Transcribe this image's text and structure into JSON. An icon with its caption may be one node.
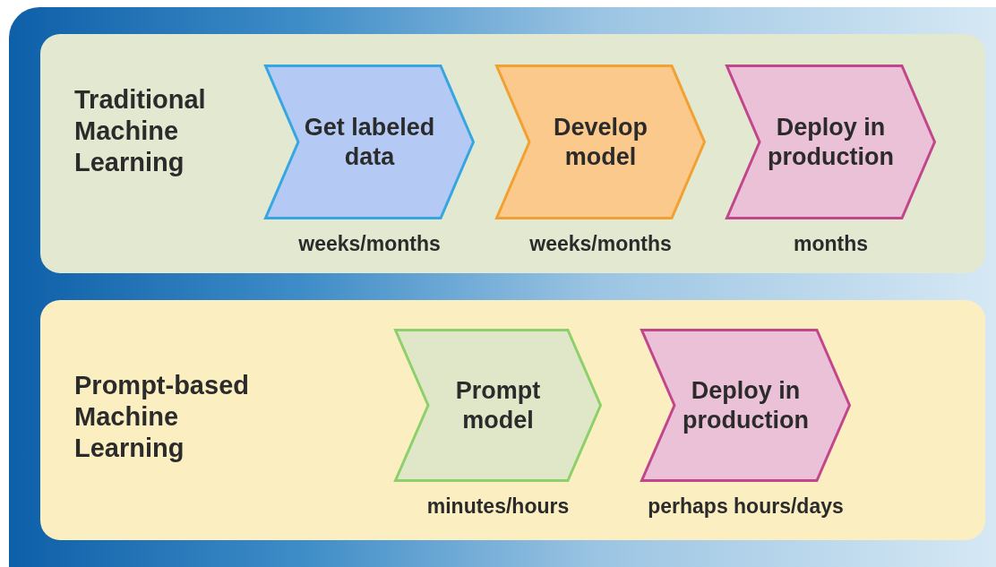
{
  "diagram": {
    "nodes": [
      {
        "text": [
          "Traditional Machine Learning"
        ]
      },
      {
        "text": [
          "Get labeled data"
        ],
        "in": 0,
        "beside": [
          "weeks/months"
        ]
      },
      {
        "text": [
          "Develop model"
        ],
        "in": 0,
        "beside": [
          "weeks/months"
        ]
      },
      {
        "text": [
          "Deploy in production"
        ],
        "in": 0,
        "beside": [
          "months"
        ]
      },
      {
        "text": [
          "Prompt-based Machine Learning"
        ]
      },
      {
        "text": [
          "Prompt model"
        ],
        "in": 4,
        "beside": [
          "minutes/hours"
        ]
      },
      {
        "text": [
          "Deploy in production"
        ],
        "in": 4,
        "beside": [
          "perhaps hours/days"
        ]
      }
    ]
  }
}
